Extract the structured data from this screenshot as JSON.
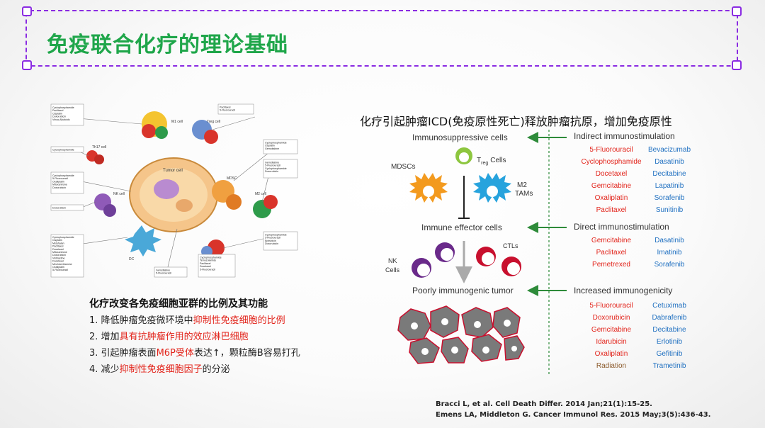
{
  "slide": {
    "title": "免疫联合化疗的理论基础",
    "left_subtitle": "化疗改变各免疫细胞亚群的比例及其功能",
    "points": [
      {
        "num": "1.",
        "pre": "降低肿瘤免疫微环境中",
        "hl": "抑制性免疫细胞的比例",
        "post": ""
      },
      {
        "num": "2.",
        "pre": "增加",
        "hl": "具有抗肿瘤作用的效应淋巴细胞",
        "post": ""
      },
      {
        "num": "3.",
        "pre": "引起肿瘤表面",
        "hl": "M6P受体",
        "post": "表达↑，颗粒酶B容易打孔"
      },
      {
        "num": "4.",
        "pre": "减少",
        "hl": "抑制性免疫细胞因子",
        "post": "的分泌"
      }
    ],
    "right_heading": "化疗引起肿瘤ICD(免疫原性死亡)释放肿瘤抗原，增加免疫原性",
    "references": [
      "Bracci L, et al. Cell Death Differ. 2014 Jan;21(1):15-25.",
      "Emens LA, Middleton G. Cancer Immunol Res. 2015 May;3(5):436-43."
    ]
  },
  "diagram": {
    "left_labels": {
      "immunosuppressive": "Immunosuppressive cells",
      "mdsc": "MDSCs",
      "treg_t": "T",
      "treg_sub": "reg",
      "treg_cells": "Cells",
      "m2": "M2",
      "tams": "TAMs",
      "effector": "Immune effector cells",
      "nk": "NK",
      "nk_cells": "Cells",
      "ctls": "CTLs",
      "tumor": "Poorly immunogenic tumor"
    },
    "groups": [
      {
        "header": "Indirect immunostimulation",
        "left": [
          "5-Fluorouracil",
          "Cyclophosphamide",
          "Docetaxel",
          "Gemcitabine",
          "Oxaliplatin",
          "Paclitaxel"
        ],
        "right": [
          "Bevacizumab",
          "Dasatinib",
          "Decitabine",
          "Lapatinib",
          "Sorafenib",
          "Sunitinib"
        ]
      },
      {
        "header": "Direct immunostimulation",
        "left": [
          "Gemcitabine",
          "Paclitaxel",
          "Pemetrexed"
        ],
        "right": [
          "Dasatinib",
          "Imatinib",
          "Sorafenib"
        ]
      },
      {
        "header": "Increased immunogenicity",
        "left": [
          "5-Fluorouracil",
          "Doxorubicin",
          "Gemcitabine",
          "Idarubicin",
          "Oxaliplatin",
          "Radiation"
        ],
        "right": [
          "Cetuximab",
          "Dabrafenib",
          "Decitabine",
          "Erlotinib",
          "Gefitinib",
          "Trametinib"
        ]
      }
    ],
    "colors": {
      "chemo": "#e2231a",
      "targeted": "#1e6fc0",
      "radiation": "#8b5a2b",
      "arrow": "#2e8b3a",
      "title": "#1fa64a",
      "frame": "#8a2be2"
    }
  },
  "left_figure": {
    "boxes": [
      "Cyclophosphamide\nPaclitaxel\nCisplatin\nDoxorubicin\nVinca-Alkaloids",
      "Cyclophosphamide",
      "Cyclophosphamide\n5-Fluorouracil\nOxaliplatin\nMitoxantrone\nDoxorubicin",
      "Doxorubicin",
      "Cyclophosphamide\nCisplatin\nMelphalan\nPaclitaxel\nDocetaxel\nMitoxantrone\nDoxorubicin\nVinblastine\nDocetaxel\nMechlorethamine\nOxaliplatin\n5-Fluorouracil",
      "Paclitaxel\n5-Fluorouracil",
      "Cyclophosphamide\nCisplatin\nGemcitabine",
      "Gemcitabine\n5-Fluorouracil\nCyclophosphamide\nDoxorubicin",
      "Cyclophosphamide\n5-Fluorouracil\nEpirubicin\nDoxorubicin",
      "Gemcitabine\n5-Fluorouracil",
      "Cyclophosphamide\nTemozolomide\nPaclitaxel\nDocetaxel\n5-Fluorouracil"
    ],
    "labels": {
      "tumor": "Tumor cell",
      "m1": "M1 cell",
      "treg": "Treg cell",
      "th17": "Th17 cell",
      "nk": "NK cell",
      "dc": "DC",
      "mdsc": "MDSC",
      "m2": "M2 cell"
    }
  }
}
